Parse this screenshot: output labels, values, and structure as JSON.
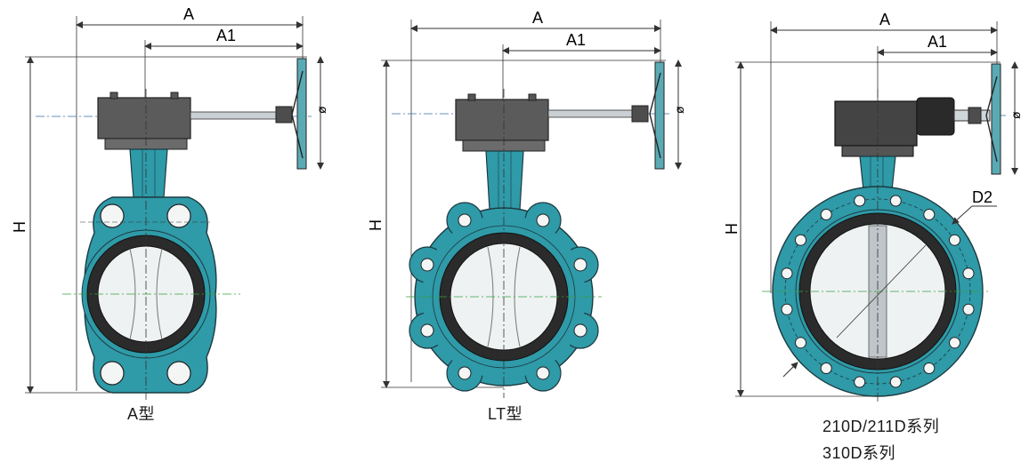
{
  "dimensions": {
    "overall_width": "A",
    "offset_width": "A1",
    "height": "H",
    "handwheel_dia": "ø",
    "flange_circle": "D2"
  },
  "captions": {
    "valve_a": "A型",
    "valve_lt": "LT型",
    "valve_flange_line1": "210D/211D系列",
    "valve_flange_line2": "310D系列"
  },
  "colors": {
    "body": "#2f9aa8",
    "body_dark": "#1c6f7a",
    "seat": "#2b2b2b",
    "disc": "#eef2f3",
    "actuator": "#5b5b5b",
    "line": "#333333",
    "centerline": "#3aa043"
  }
}
